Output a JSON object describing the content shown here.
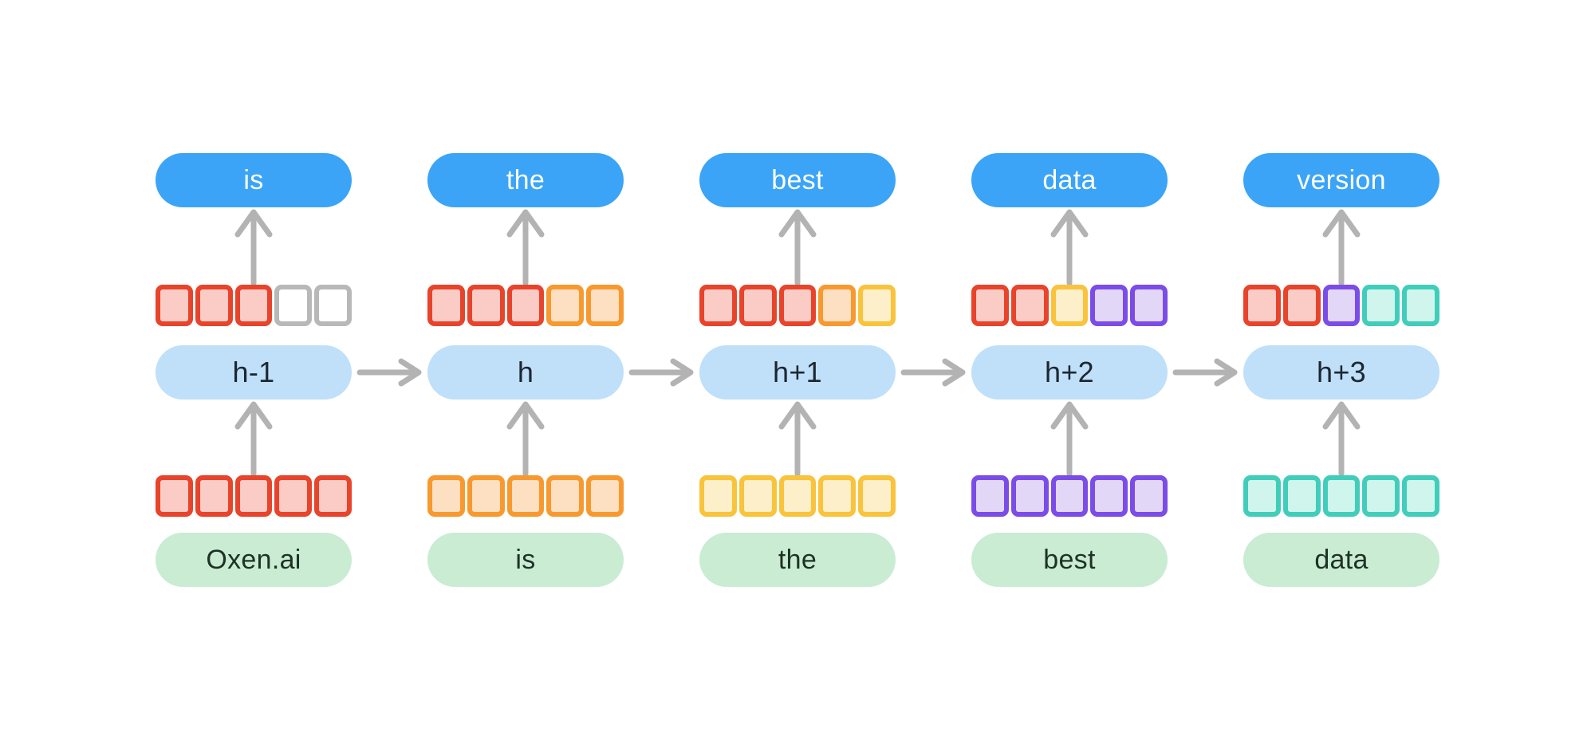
{
  "colors": {
    "bg": "#ffffff",
    "arrow": "#b3b3b3",
    "output-pill": "#3ba4f6",
    "output-text": "#ffffff",
    "hidden-pill": "#bfe0f8",
    "hidden-text": "#1d2733",
    "input-pill": "#c9ecd3",
    "input-text": "#1e3226"
  },
  "icons": {
    "up_arrow": "↑",
    "right_arrow": "→"
  },
  "cell_palette": {
    "red": {
      "border": "#e8432b",
      "fill": "#fbccc5"
    },
    "orange": {
      "border": "#f8992f",
      "fill": "#fde0c1"
    },
    "yellow": {
      "border": "#f9c33c",
      "fill": "#fcefc9"
    },
    "purple": {
      "border": "#7b4ce8",
      "fill": "#e3d7f8"
    },
    "teal": {
      "border": "#40cebb",
      "fill": "#cff5ec"
    },
    "empty": {
      "border": "#b8b8b8",
      "fill": "#ffffff"
    }
  },
  "columns": [
    {
      "output": "is",
      "hidden": "h-1",
      "input": "Oxen.ai",
      "state_cells": [
        "red",
        "red",
        "red",
        "empty",
        "empty"
      ],
      "input_cells": [
        "red",
        "red",
        "red",
        "red",
        "red"
      ]
    },
    {
      "output": "the",
      "hidden": "h",
      "input": "is",
      "state_cells": [
        "red",
        "red",
        "red",
        "orange",
        "orange"
      ],
      "input_cells": [
        "orange",
        "orange",
        "orange",
        "orange",
        "orange"
      ]
    },
    {
      "output": "best",
      "hidden": "h+1",
      "input": "the",
      "state_cells": [
        "red",
        "red",
        "red",
        "orange",
        "yellow"
      ],
      "input_cells": [
        "yellow",
        "yellow",
        "yellow",
        "yellow",
        "yellow"
      ]
    },
    {
      "output": "data",
      "hidden": "h+2",
      "input": "best",
      "state_cells": [
        "red",
        "red",
        "yellow",
        "purple",
        "purple"
      ],
      "input_cells": [
        "purple",
        "purple",
        "purple",
        "purple",
        "purple"
      ]
    },
    {
      "output": "version",
      "hidden": "h+3",
      "input": "data",
      "state_cells": [
        "red",
        "red",
        "purple",
        "teal",
        "teal"
      ],
      "input_cells": [
        "teal",
        "teal",
        "teal",
        "teal",
        "teal"
      ]
    }
  ]
}
